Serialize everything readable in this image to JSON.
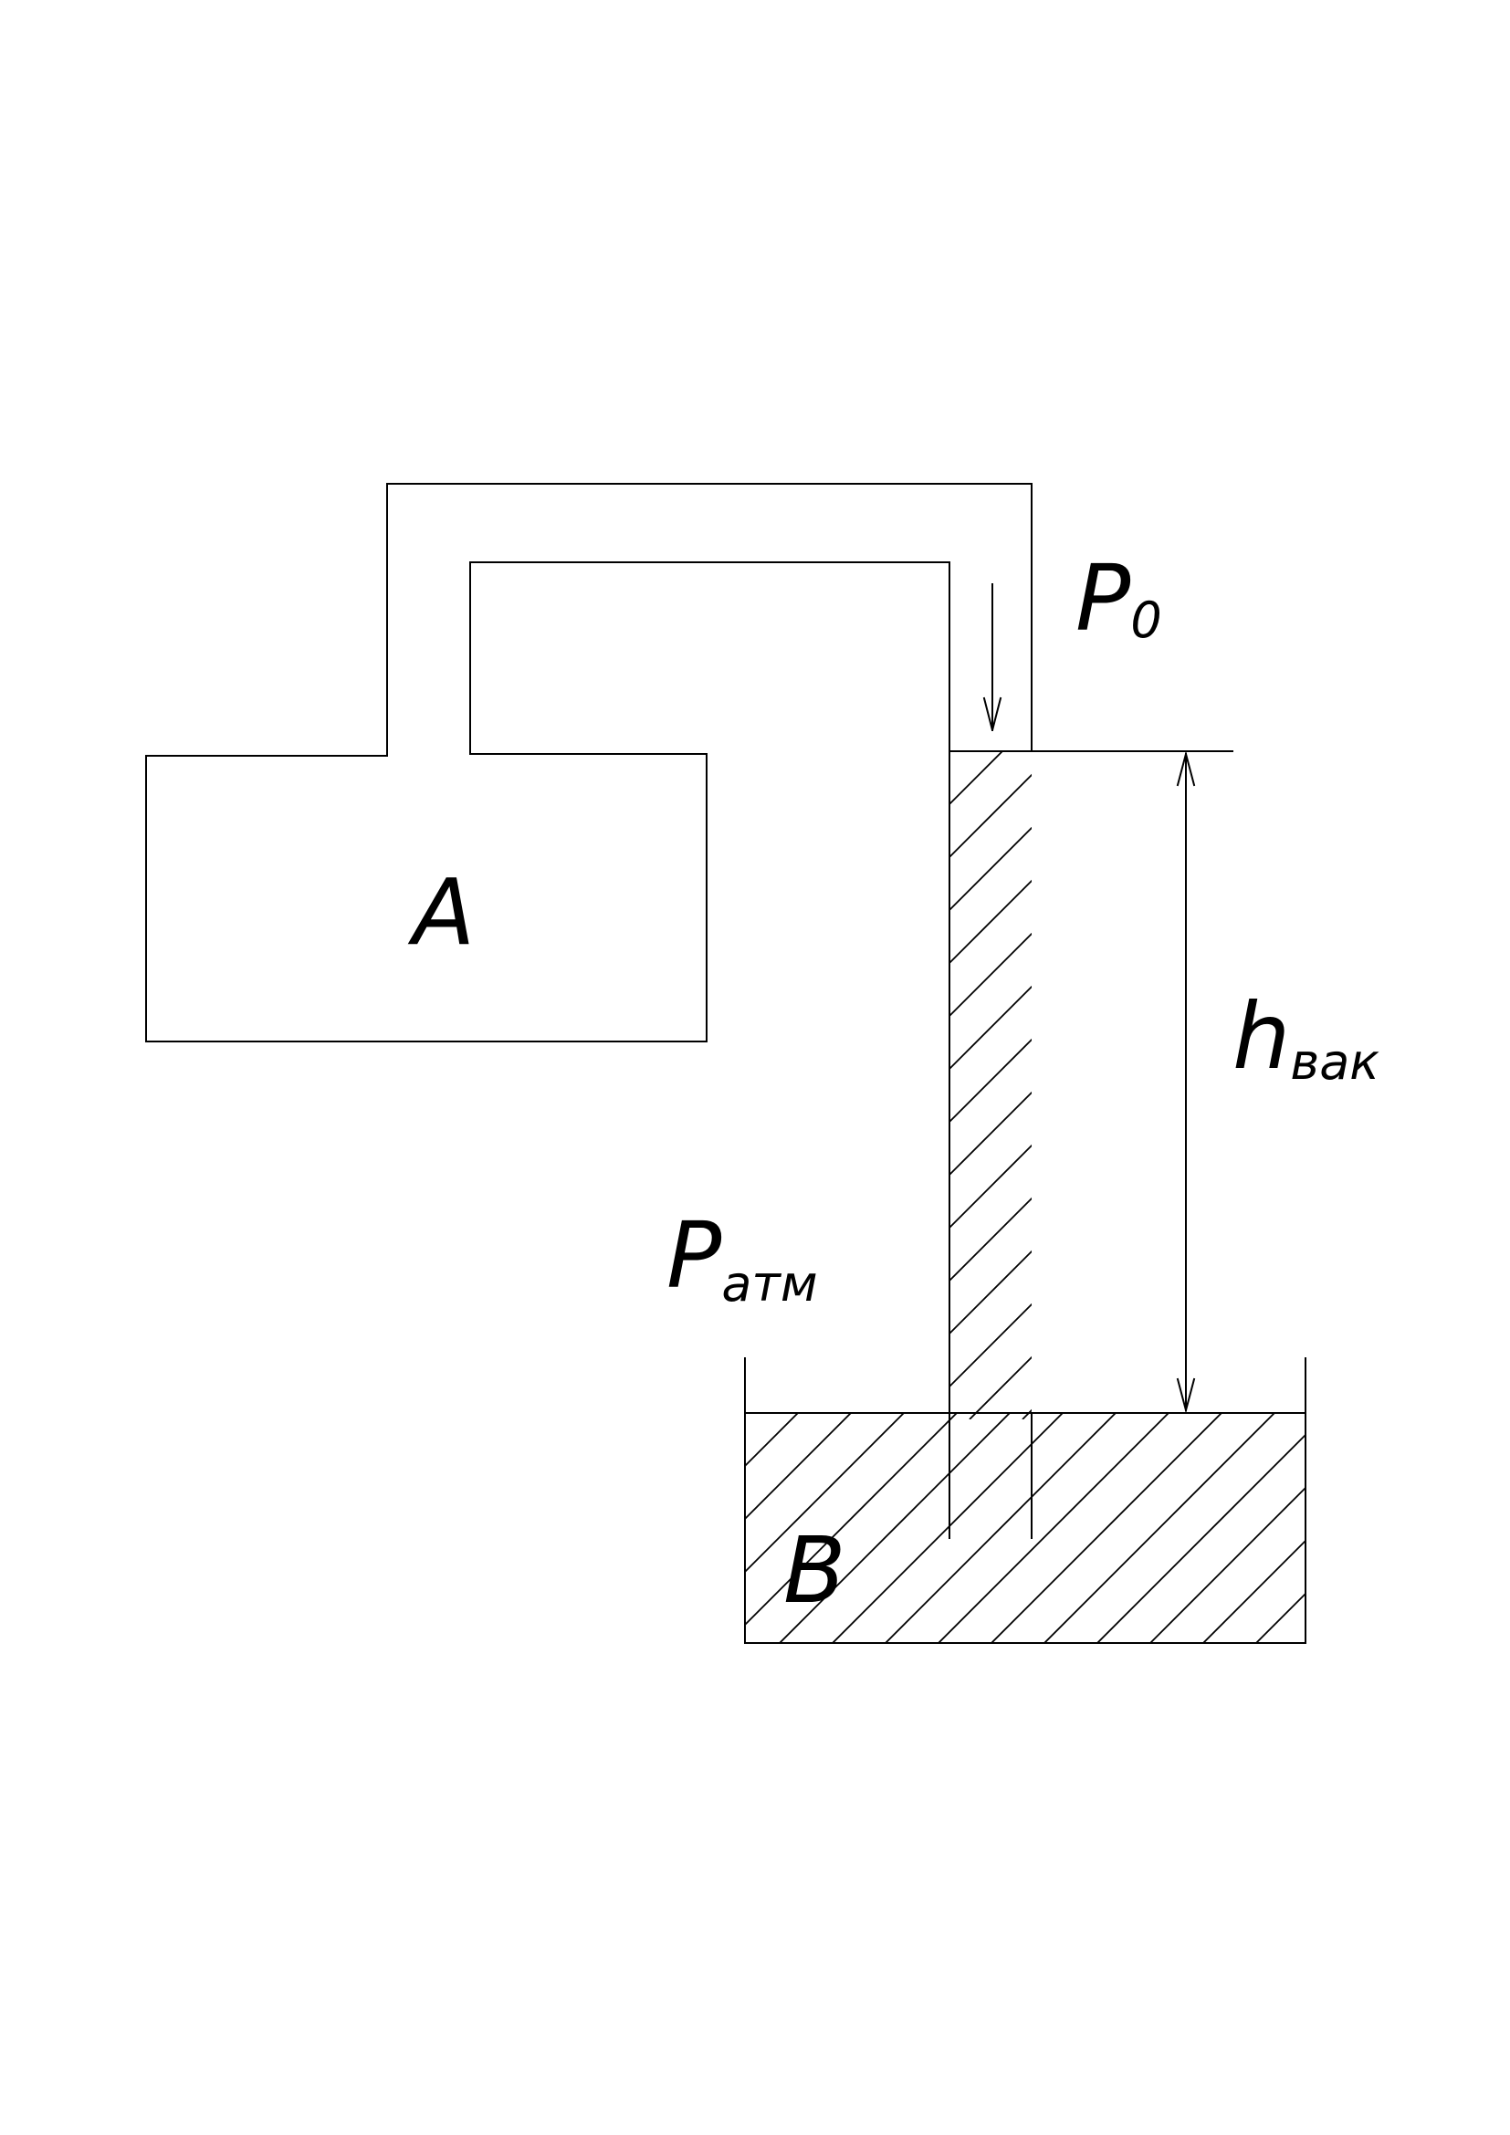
{
  "diagram": {
    "vessel_a": {
      "label": "A"
    },
    "vessel_b": {
      "label": "B"
    },
    "pressure_p0": {
      "main": "P",
      "sub": "0"
    },
    "pressure_patm": {
      "main": "P",
      "sub": "атм"
    },
    "height_hvak": {
      "main": "h",
      "sub": "вак"
    }
  },
  "colors": {
    "line": "#000000",
    "background": "#ffffff"
  }
}
